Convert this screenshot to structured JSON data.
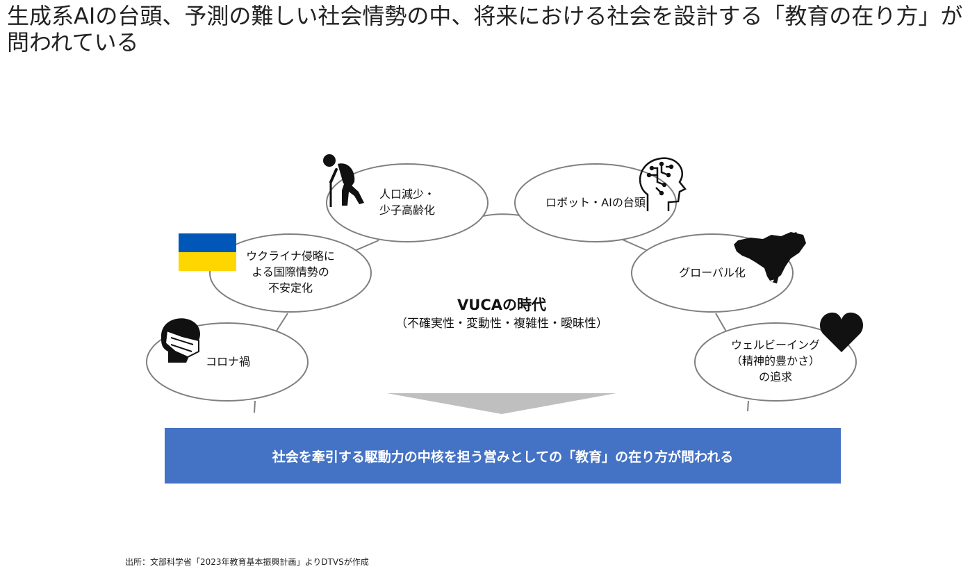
{
  "title": "生成系AIの台頭、予測の難しい社会情勢の中、将来における社会を設計する「教育の在り方」が問われている",
  "center": {
    "title": "VUCAの時代",
    "subtitle": "（不確実性・変動性・複雑性・曖昧性）"
  },
  "nodes": {
    "aging": [
      "人口減少・",
      "少子高齢化"
    ],
    "robot_ai": [
      "ロボット・AIの台頭"
    ],
    "ukraine": [
      "ウクライナ侵略に",
      "よる国際情勢の",
      "不安定化"
    ],
    "global": [
      "グローバル化"
    ],
    "covid": [
      "コロナ禍"
    ],
    "wellbeing": [
      "ウェルビーイング",
      "（精神的豊かさ）",
      "の追求"
    ]
  },
  "banner": "社会を牽引する駆動力の中核を担う営みとしての「教育」の在り方が問われる",
  "source": "出所：文部科学省「2023年教育基本振興計画」よりDTVSが作成",
  "colors": {
    "banner": "#4472c4",
    "ellipse_stroke": "#7f7f7f",
    "arrow": "#bfbfbf",
    "ukraine_blue": "#0057b7",
    "ukraine_yellow": "#ffd700"
  },
  "icons": {
    "aging": "elderly-person-icon",
    "robot_ai": "ai-head-icon",
    "ukraine": "ukraine-flag-icon",
    "global": "north-america-map-icon",
    "covid": "masked-face-icon",
    "wellbeing": "heart-icon"
  }
}
